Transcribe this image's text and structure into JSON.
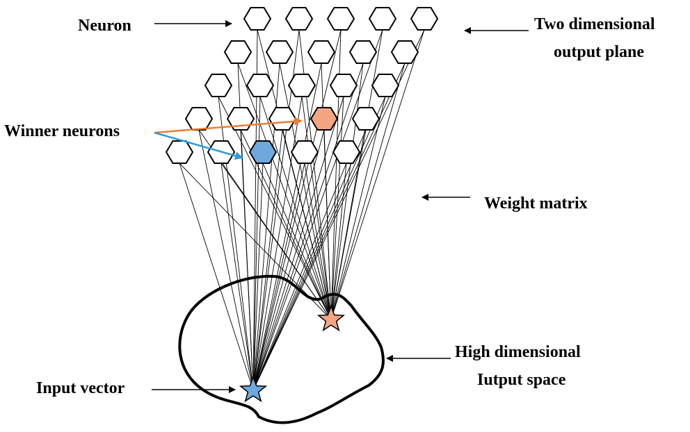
{
  "labels": {
    "neuron": "Neuron",
    "output_plane_line1": "Two dimensional",
    "output_plane_line2": "output plane",
    "winner_neurons": "Winner neurons",
    "weight_matrix": "Weight matrix",
    "input_space_line1": "High dimensional",
    "input_space_line2": "Iutput space",
    "input_vector": "Input vector"
  },
  "grid": {
    "rows": 5,
    "row_sizes": [
      5,
      5,
      5,
      5,
      5
    ]
  },
  "winners": [
    {
      "name": "winner-neuron-orange",
      "row": 3,
      "col": 3,
      "color": "#F4A582",
      "stroke": "#000000",
      "arrow_color": "#ED7D31"
    },
    {
      "name": "winner-neuron-blue",
      "row": 4,
      "col": 2,
      "color": "#6FA8DC",
      "stroke": "#000000",
      "arrow_color": "#2E9BDB"
    }
  ],
  "colors": {
    "hex_fill": "#ffffff",
    "line": "#000000",
    "star_orange": "#F4A582",
    "star_blue": "#6FA8DC"
  }
}
